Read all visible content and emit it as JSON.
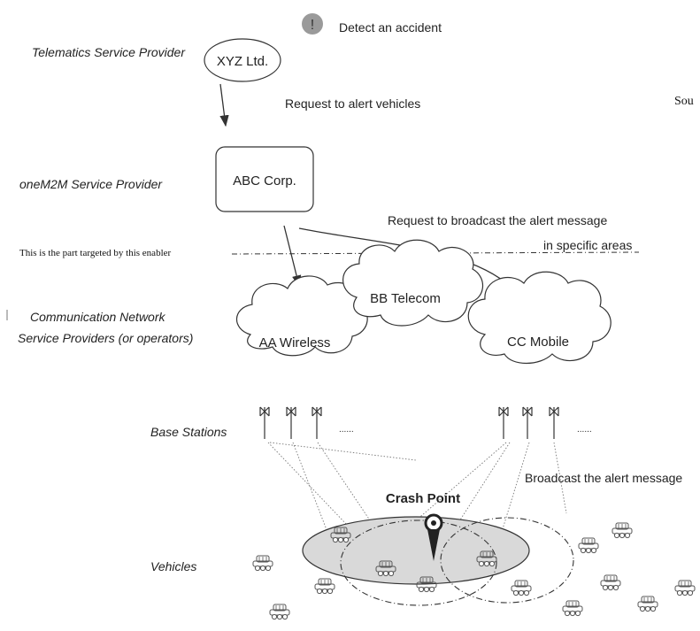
{
  "roles": {
    "telematics": "Telematics Service Provider",
    "onem2m": "oneM2M Service Provider",
    "network_line1": "Communication Network",
    "network_line2": "Service Providers (or operators)",
    "base_stations": "Base Stations",
    "vehicles": "Vehicles"
  },
  "entities": {
    "xyz": "XYZ Ltd.",
    "abc": "ABC Corp.",
    "aa": "AA Wireless",
    "bb": "BB Telecom",
    "cc": "CC Mobile"
  },
  "messages": {
    "detect": "Detect an accident",
    "alert_badge": "!",
    "request_alert": "Request to alert vehicles",
    "broadcast_line1": "Request to broadcast the alert message",
    "broadcast_line2": "in specific areas",
    "broadcast_alert": "Broadcast the alert message",
    "sou": "Sou"
  },
  "divider_label": "This is the part targeted by this enabler",
  "crash_point": "Crash Point",
  "ellipsis_left": "......",
  "ellipsis_right": "......",
  "colors": {
    "stroke": "#333333",
    "badge": "#9a9a9a",
    "zone_fill": "#d9d9d9"
  }
}
